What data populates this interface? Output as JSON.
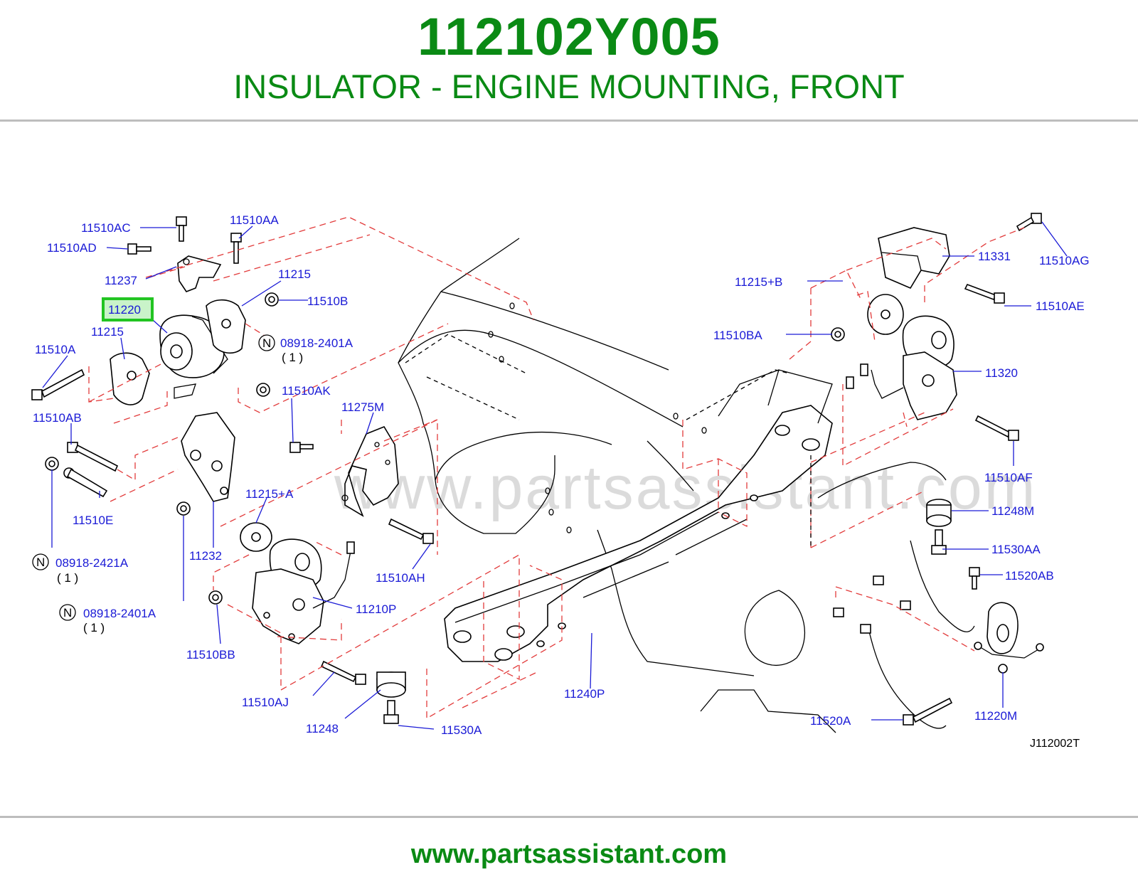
{
  "header": {
    "part_number": "112102Y005",
    "description": "INSULATOR - ENGINE MOUNTING, FRONT"
  },
  "diagram": {
    "drawing_code": "J112002T",
    "watermark": "www.partsassistant.com",
    "highlighted_label": "11220",
    "labels": {
      "l_11510AC": "11510AC",
      "l_11510AA": "11510AA",
      "l_11510AD": "11510AD",
      "l_11237": "11237",
      "l_11215_top": "11215",
      "l_11220": "11220",
      "l_11510B": "11510B",
      "l_11215_left": "11215",
      "l_08918_2401A_top": "08918-2401A",
      "l_qty_top": "( 1 )",
      "l_11510A": "11510A",
      "l_11510AK": "11510AK",
      "l_11510AB": "11510AB",
      "l_11275M": "11275M",
      "l_11510E": "11510E",
      "l_11215A": "11215+A",
      "l_08918_2421A": "08918-2421A",
      "l_qty_mid": "( 1 )",
      "l_11232": "11232",
      "l_11510AH": "11510AH",
      "l_08918_2401A_bot": "08918-2401A",
      "l_qty_bot": "( 1 )",
      "l_11210P": "11210P",
      "l_11510BB": "11510BB",
      "l_11510AJ": "11510AJ",
      "l_11248": "11248",
      "l_11530A": "11530A",
      "l_11240P": "11240P",
      "l_11331": "11331",
      "l_11510AG": "11510AG",
      "l_11215B": "11215+B",
      "l_11510AE": "11510AE",
      "l_11510BA": "11510BA",
      "l_11320": "11320",
      "l_11510AF": "11510AF",
      "l_11248M": "11248M",
      "l_11530AA": "11530AA",
      "l_11520AB": "11520AB",
      "l_11520A": "11520A",
      "l_11220M": "11220M"
    }
  },
  "footer": {
    "url": "www.partsassistant.com"
  }
}
